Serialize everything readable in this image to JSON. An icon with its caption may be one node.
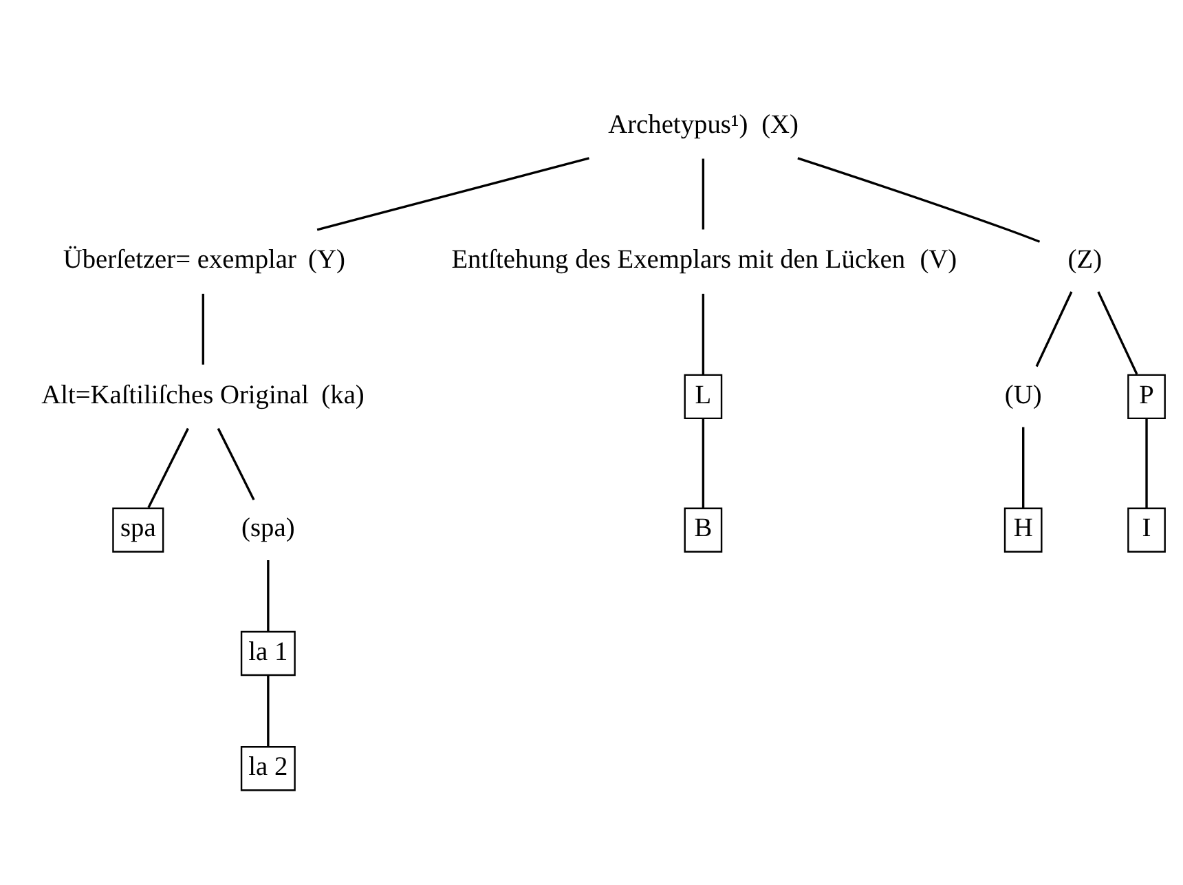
{
  "diagram": {
    "nodes": [
      {
        "text": [
          "(X)"
        ],
        "beside": [
          "Archetypus¹)"
        ]
      },
      {
        "text": [
          "(Y)"
        ],
        "beside": [
          "Überſetzer= exemplar"
        ]
      },
      {
        "text": [
          "(V)"
        ],
        "beside": [
          "Entſtehung des Exemplars mit den Lücken"
        ]
      },
      {
        "text": [
          "(ka)"
        ],
        "beside": [
          "Alt=Kaſtiliſches Original"
        ]
      },
      {
        "text": [
          "(Z)"
        ]
      },
      {
        "text": [
          "(U)"
        ]
      },
      {
        "text": [
          "spa"
        ]
      },
      {
        "text": [
          "(spa)"
        ]
      },
      {
        "text": [
          "P"
        ]
      },
      {
        "text": [
          "H"
        ]
      },
      {
        "text": [
          "la 1"
        ]
      },
      {
        "text": [
          "I"
        ]
      },
      {
        "text": [
          "la 2"
        ]
      },
      {
        "text": [
          "L"
        ]
      },
      {
        "text": [
          "B"
        ]
      }
    ],
    "edges": [
      {
        "from": 0,
        "to": 4,
        "arrow": "none"
      },
      {
        "from": 0,
        "to": 1,
        "arrow": "none"
      },
      {
        "from": 0,
        "to": 2,
        "arrow": "none"
      },
      {
        "from": 1,
        "to": 3,
        "arrow": "none"
      },
      {
        "from": 4,
        "to": 5,
        "arrow": "none"
      },
      {
        "from": 4,
        "to": 8,
        "arrow": "none"
      },
      {
        "from": 3,
        "to": 6,
        "arrow": "none"
      },
      {
        "from": 3,
        "to": 7,
        "arrow": "none"
      },
      {
        "from": 5,
        "to": 9,
        "arrow": "none"
      },
      {
        "from": 7,
        "to": 10,
        "arrow": "none"
      },
      {
        "from": 8,
        "to": 11,
        "arrow": "none"
      },
      {
        "from": 10,
        "to": 12,
        "arrow": "none"
      },
      {
        "from": 2,
        "to": 13,
        "arrow": "none"
      },
      {
        "from": 13,
        "to": 14,
        "arrow": "none"
      }
    ]
  }
}
